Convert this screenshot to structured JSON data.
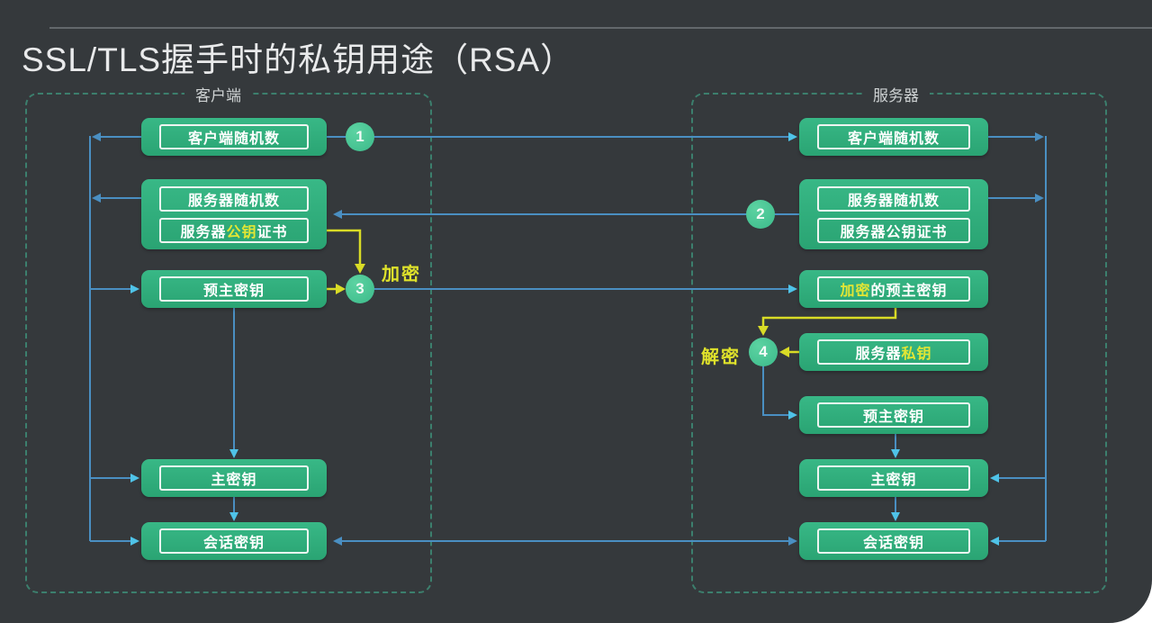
{
  "title": "SSL/TLS握手时的私钥用途（RSA）",
  "client_panel": {
    "title": "客户端",
    "client_random": "客户端随机数",
    "server_random": "服务器随机数",
    "server_cert_prefix": "服务器 ",
    "server_cert_pubkey": "公钥",
    "server_cert_suffix": " 证书",
    "premaster": "预主密钥",
    "master": "主密钥",
    "session": "会话密钥"
  },
  "server_panel": {
    "title": "服务器",
    "client_random": "客户端随机数",
    "server_random": "服务器随机数",
    "server_cert": "服务器公钥证书",
    "enc_premaster_prefix": "加密",
    "enc_premaster_suffix": " 的预主密钥",
    "private_key_prefix": "服务器 ",
    "private_key": "私钥",
    "premaster": "预主密钥",
    "master": "主密钥",
    "session": "会话密钥"
  },
  "steps": [
    "1",
    "2",
    "3",
    "4"
  ],
  "labels": {
    "encrypt": "加密",
    "decrypt": "解密"
  },
  "colors": {
    "background": "#35393c",
    "box_green": "#2fb180",
    "circle_green": "#4cc795",
    "arrow_blue": "#4a8fc2",
    "arrow_cyan": "#4fc3e8",
    "accent_yellow": "#d9dc26",
    "panel_border": "#3c7f6d",
    "title_text": "#e9eaeb"
  }
}
